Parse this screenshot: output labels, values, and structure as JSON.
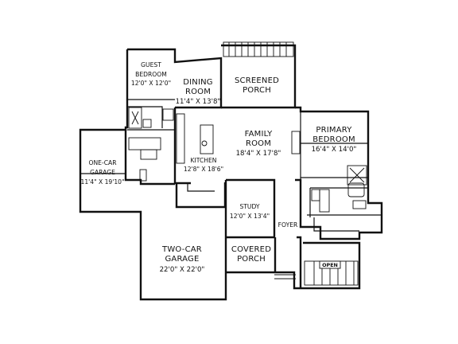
{
  "rooms": {
    "guest_bedroom": {
      "name_1": "GUEST",
      "name_2": "BEDROOM",
      "dims": "12'0\" X 12'0\""
    },
    "dining_room": {
      "name_1": "DINING",
      "name_2": "ROOM",
      "dims": "11'4\" X 13'8\""
    },
    "screened_porch": {
      "name_1": "SCREENED",
      "name_2": "PORCH"
    },
    "family_room": {
      "name_1": "FAMILY",
      "name_2": "ROOM",
      "dims": "18'4\" X 17'8\""
    },
    "primary_bedroom": {
      "name_1": "PRIMARY",
      "name_2": "BEDROOM",
      "dims": "16'4\" X 14'0\""
    },
    "one_car_garage": {
      "name_1": "ONE-CAR",
      "name_2": "GARAGE",
      "dims": "11'4\" X 19'10\""
    },
    "kitchen": {
      "name": "KITCHEN",
      "dims": "12'8\" X 18'6\""
    },
    "study": {
      "name": "STUDY",
      "dims": "12'0\" X 13'4\""
    },
    "foyer": {
      "name": "FOYER"
    },
    "two_car_garage": {
      "name_1": "TWO-CAR",
      "name_2": "GARAGE",
      "dims": "22'0\" X 22'0\""
    },
    "covered_porch": {
      "name_1": "COVERED",
      "name_2": "PORCH"
    },
    "open_stair": {
      "label": "OPEN"
    }
  }
}
